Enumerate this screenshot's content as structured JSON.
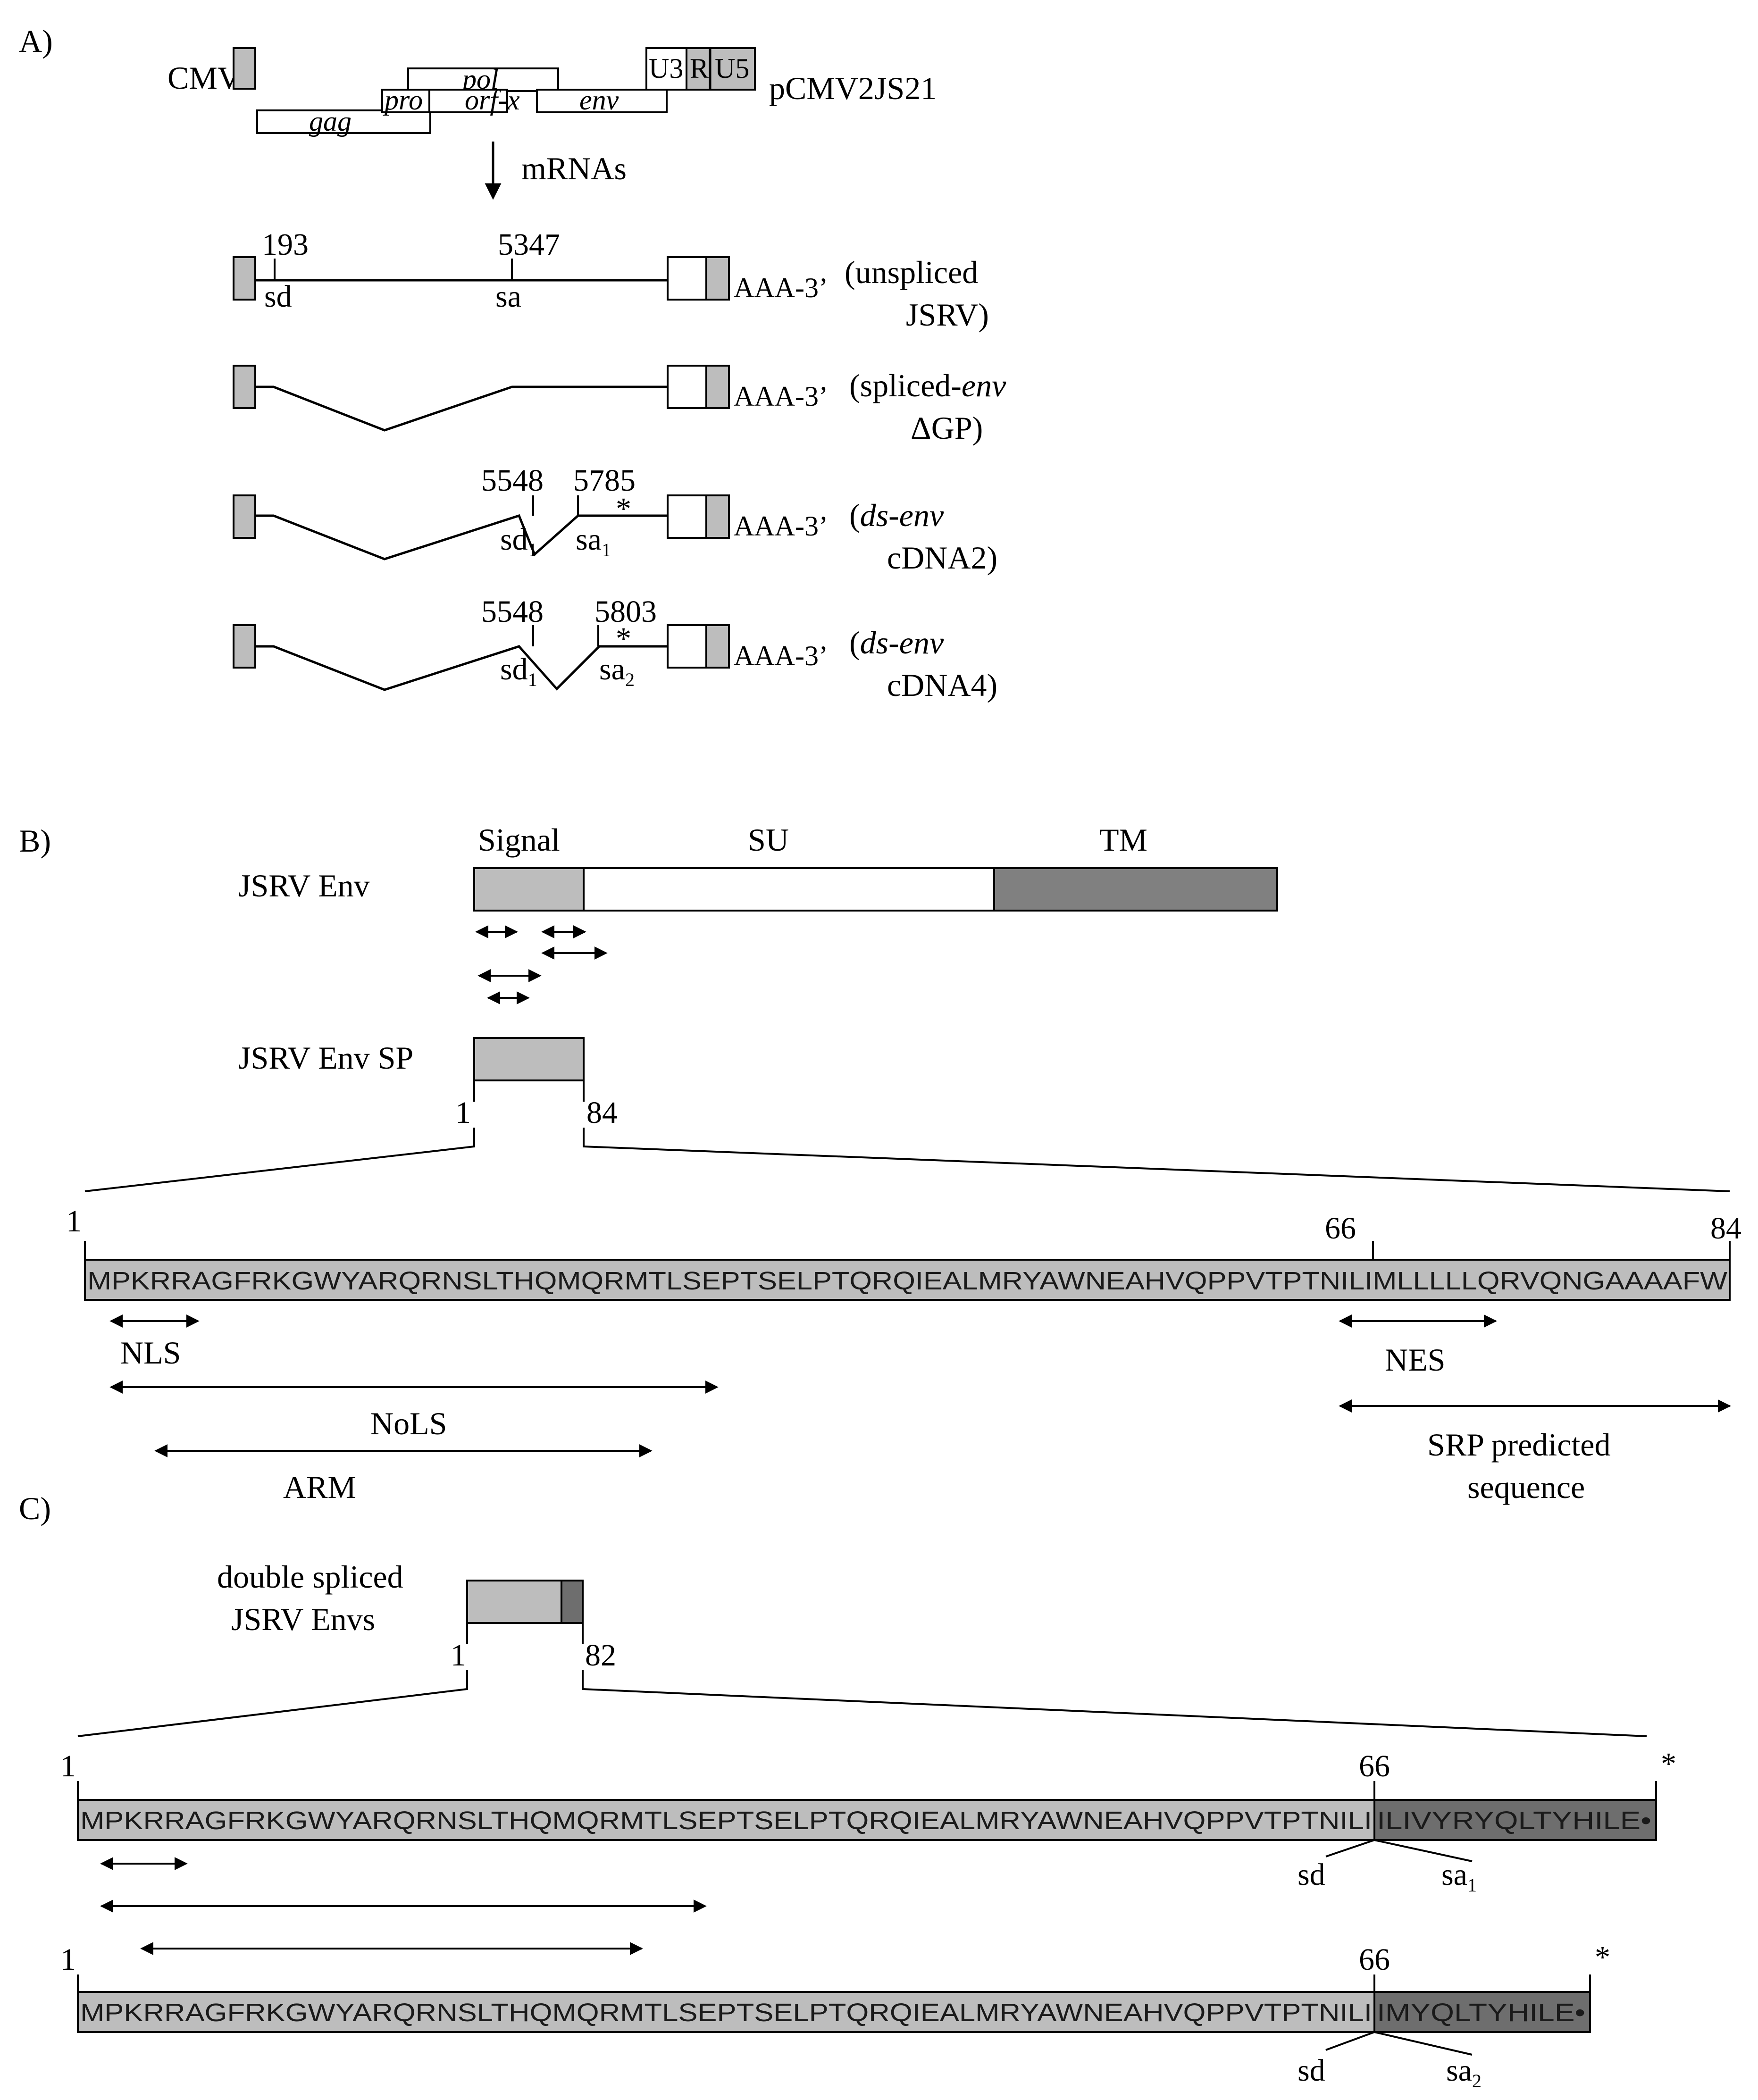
{
  "panels": {
    "a": {
      "label": "A)",
      "cmv": "CMV",
      "plasmid": "pCMV2JS21",
      "genes": {
        "gag": "gag",
        "pro": "pro",
        "pol": "pol",
        "orfx": "orf-x",
        "env": "env"
      },
      "ltr": {
        "u3": "U3",
        "r": "R",
        "u5": "U5"
      },
      "mrnas_label": "mRNAs",
      "poly_a": "AAA-3’",
      "transcripts": [
        {
          "sd_pos": "193",
          "sa_pos": "5347",
          "sd": "sd",
          "sa": "sa",
          "desc_line1": "(unspliced",
          "desc_line2": "JSRV)"
        },
        {
          "desc_prefix": "(spliced-",
          "desc_italic": "env",
          "desc_line2": "ΔGP)"
        },
        {
          "sd_pos": "5548",
          "sa_pos": "5785",
          "sd": "sd",
          "sd_sub": "1",
          "sa": "sa",
          "sa_sub": "1",
          "star": "*",
          "desc_open": "(",
          "desc_italic": "ds-env",
          "desc_line2": "cDNA2)"
        },
        {
          "sd_pos": "5548",
          "sa_pos": "5803",
          "sd": "sd",
          "sd_sub": "1",
          "sa": "sa",
          "sa_sub": "2",
          "star": "*",
          "desc_open": "(",
          "desc_italic": "ds-env",
          "desc_line2": "cDNA4)"
        }
      ]
    },
    "b": {
      "label": "B)",
      "env_label": "JSRV Env",
      "domains": {
        "signal": "Signal",
        "su": "SU",
        "tm": "TM"
      },
      "sp_label": "JSRV Env SP",
      "sp_start": "1",
      "sp_end": "84",
      "seq_start": "1",
      "seq_mark": "66",
      "seq_end": "84",
      "sequence": "MPKRRAGFRKGWYARQRNSLTHQMQRMTLSEPTSELPTQRQIEALMRYAWNEAHVQPPVTPTNILIMLLLLLQRVQNGAAAAFW",
      "motifs": {
        "nls": "NLS",
        "nols": "NoLS",
        "arm": "ARM",
        "nes": "NES",
        "srp_line1": "SRP predicted",
        "srp_line2": "sequence"
      }
    },
    "c": {
      "label": "C)",
      "title_line1": "double spliced",
      "title_line2": "JSRV Envs",
      "box_start": "1",
      "box_end": "82",
      "seq1": {
        "start": "1",
        "mark": "66",
        "star": "*",
        "common": "MPKRRAGFRKGWYARQRNSLTHQMQRMTLSEPTSELPTQRQIEALMRYAWNEAHVQPPVTPTNILI",
        "tail": "ILIVYRYQLTYHILE•",
        "sd": "sd",
        "sa": "sa",
        "sa_sub": "1"
      },
      "seq2": {
        "start": "1",
        "mark": "66",
        "star": "*",
        "common": "MPKRRAGFRKGWYARQRNSLTHQMQRMTLSEPTSELPTQRQIEALMRYAWNEAHVQPPVTPTNILI",
        "tail": "IMYQLTYHILE•",
        "sd": "sd",
        "sa": "sa",
        "sa_sub": "2"
      }
    }
  }
}
